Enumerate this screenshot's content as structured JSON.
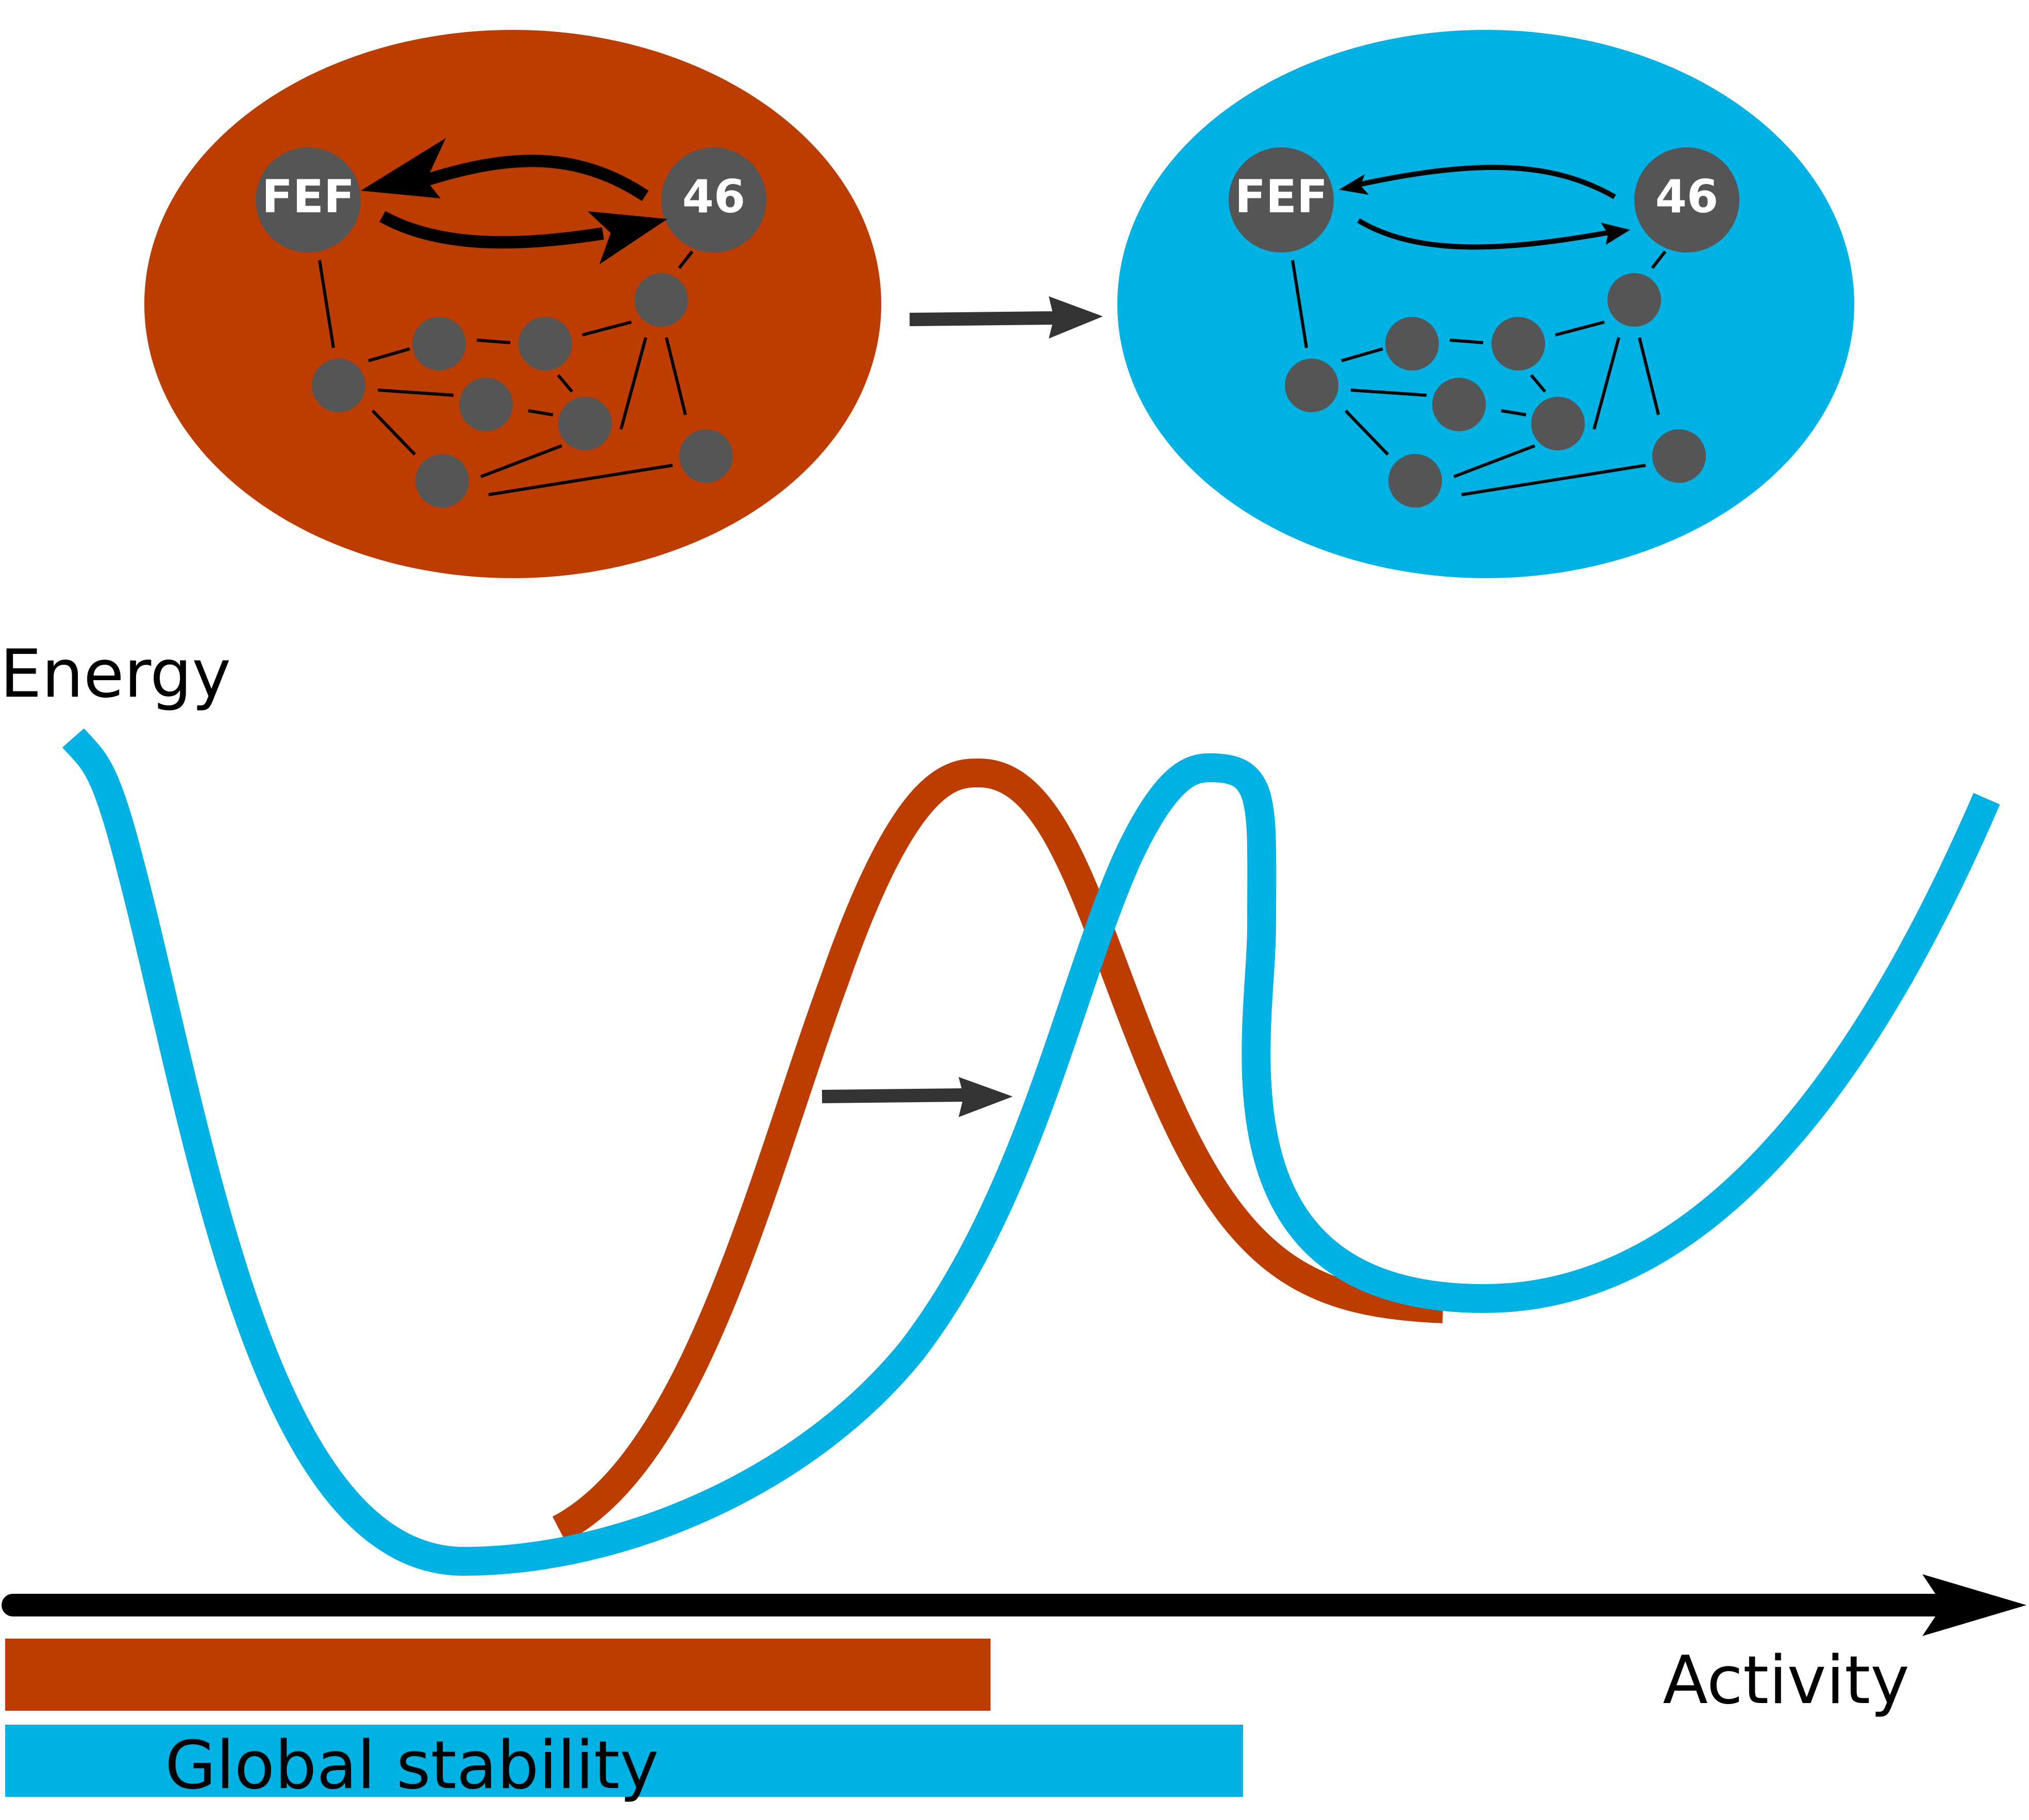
{
  "colors": {
    "low_gain_state": "#bd3d00",
    "high_gain_state": "#00b2e3",
    "node": "#555555",
    "arrow_shift": "#333333",
    "axis": "#000000"
  },
  "networks": [
    {
      "state": "low_gain",
      "fef_label": "FEF",
      "area46_label": "46",
      "connection_strength": "strong"
    },
    {
      "state": "high_gain",
      "fef_label": "FEF",
      "area46_label": "46",
      "connection_strength": "weak"
    }
  ],
  "landscape": {
    "y_label": "Energy",
    "x_label": "Activity",
    "curves": [
      {
        "state": "low_gain",
        "color_key": "low_gain_state"
      },
      {
        "state": "high_gain",
        "color_key": "high_gain_state"
      }
    ],
    "stability_label": "Global stability",
    "stability_bars": [
      {
        "state": "low_gain",
        "extent_fraction_of_axis": 0.49
      },
      {
        "state": "high_gain",
        "extent_fraction_of_axis": 0.615
      }
    ]
  }
}
